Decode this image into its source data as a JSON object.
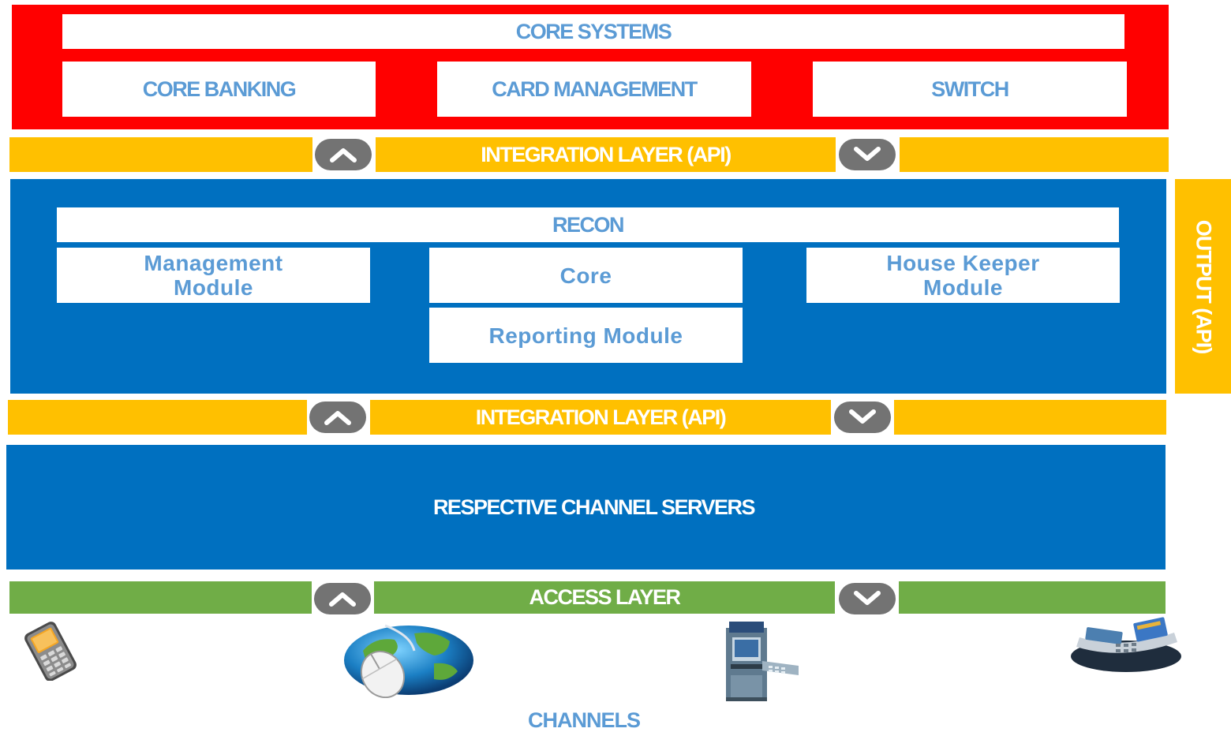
{
  "colors": {
    "red": "#ff0000",
    "blue": "#0070c0",
    "orange": "#ffc000",
    "green": "#70ad47",
    "box_text": "#5b9bd5",
    "white": "#ffffff",
    "chevron": "#737373"
  },
  "core": {
    "title": "CORE SYSTEMS",
    "modules": [
      "CORE BANKING",
      "CARD MANAGEMENT",
      "SWITCH"
    ]
  },
  "integration_top": {
    "label": "INTEGRATION LAYER (API)"
  },
  "recon": {
    "title": "RECON",
    "management": "Management Module",
    "core": "Core",
    "house_keeper": "House Keeper Module",
    "reporting": "Reporting Module"
  },
  "output": {
    "label": "OUTPUT (API)"
  },
  "integration_bottom": {
    "label": "INTEGRATION LAYER (API)"
  },
  "channel_servers": {
    "label": "RESPECTIVE CHANNEL SERVERS"
  },
  "access": {
    "label": "ACCESS LAYER"
  },
  "channels": {
    "title": "CHANNELS",
    "icons": [
      "mobile-phone-icon",
      "internet-globe-mouse-icon",
      "atm-icon",
      "pos-terminal-icon"
    ]
  }
}
